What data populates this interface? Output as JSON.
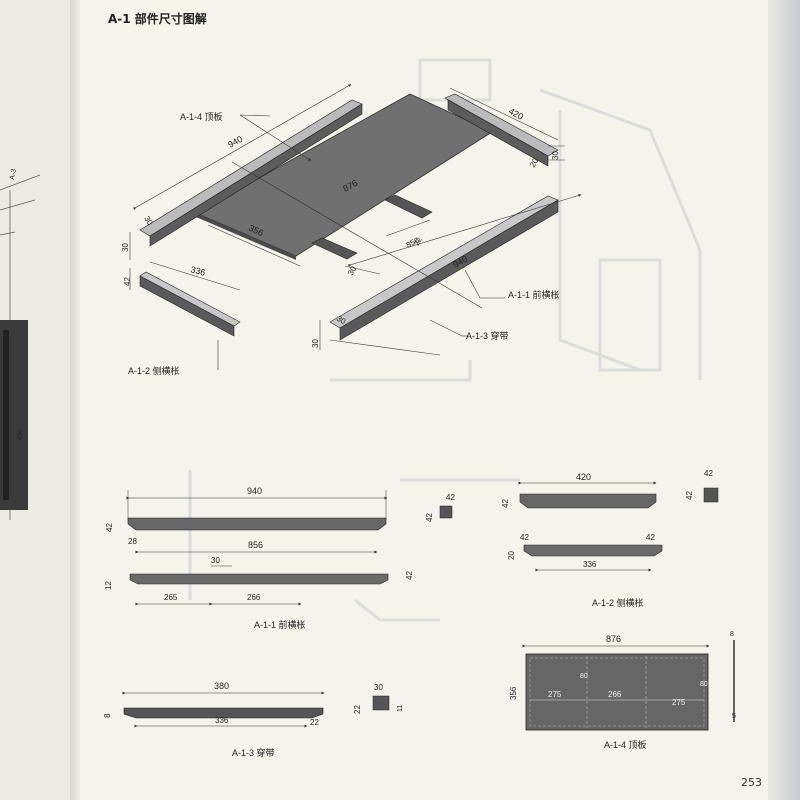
{
  "page": {
    "title": "A-1 部件尺寸图解",
    "page_number": "253"
  },
  "callouts": {
    "top_board": "A-1-4 顶板",
    "front_rail": "A-1-1 前横枨",
    "stretcher": "A-1-3 穿带",
    "side_rail": "A-1-2 侧横枨"
  },
  "iso_dims": {
    "d940a": "940",
    "d876": "876",
    "d420": "420",
    "d356": "356",
    "d856": "856",
    "d336": "336",
    "d940b": "940",
    "d30a": "30",
    "d30b": "30",
    "d42a": "42",
    "d20": "20",
    "d30c": "30",
    "d22": "22",
    "d30d": "30",
    "d30e": "30",
    "d30f": "30"
  },
  "views": {
    "front_rail": {
      "caption": "A-1-1 前横枨",
      "d940": "940",
      "d42": "42",
      "d28": "28",
      "d42b": "42",
      "d42c": "42",
      "d856": "856",
      "d30": "30",
      "d12": "12",
      "d265": "265",
      "d266": "266",
      "d42d": "42"
    },
    "side_rail": {
      "caption": "A-1-2 侧横枨",
      "d420": "420",
      "d42": "42",
      "d42b": "42",
      "d42c": "42",
      "d42d": "42",
      "d20": "20",
      "d336": "336",
      "d42e": "42"
    },
    "stretcher": {
      "caption": "A-1-3 穿带",
      "d380": "380",
      "d8": "8",
      "d336": "336",
      "d22": "22",
      "d30": "30",
      "d22b": "22",
      "d11": "11"
    },
    "top_board": {
      "caption": "A-1-4 顶板",
      "d876": "876",
      "d356": "356",
      "d275a": "275",
      "d266": "266",
      "d275b": "275",
      "d80a": "80",
      "d80b": "80",
      "d8": "8",
      "d5": "5"
    }
  },
  "left_page": {
    "label1": "A-3",
    "label2": "434"
  }
}
